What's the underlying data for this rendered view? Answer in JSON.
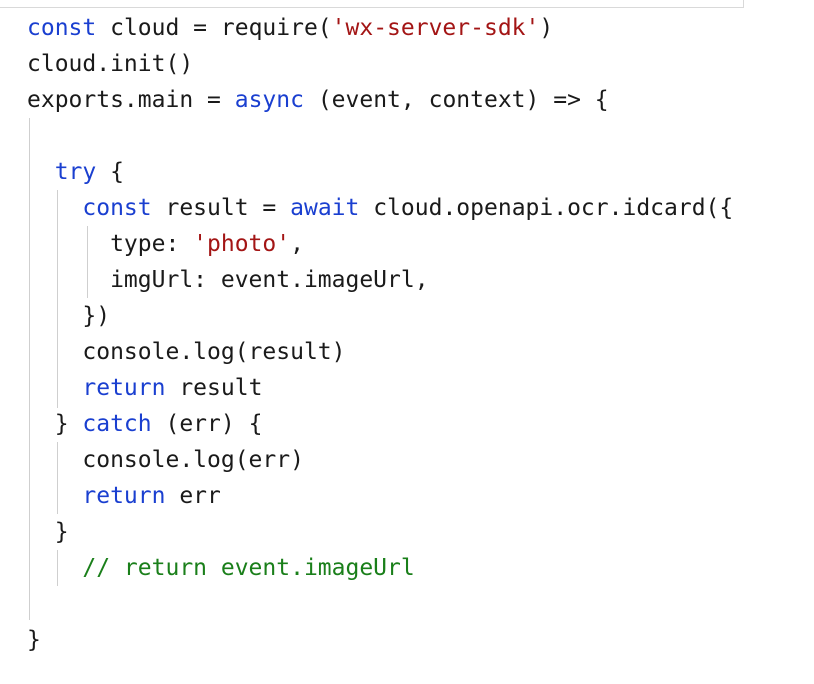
{
  "editor": {
    "lines": [
      {
        "tokens": [
          {
            "t": "kw",
            "v": "const"
          },
          {
            "t": "plain",
            "v": " cloud = require("
          },
          {
            "t": "str",
            "v": "'wx-server-sdk'"
          },
          {
            "t": "plain",
            "v": ")"
          }
        ]
      },
      {
        "tokens": [
          {
            "t": "plain",
            "v": "cloud.init()"
          }
        ]
      },
      {
        "tokens": [
          {
            "t": "plain",
            "v": "exports.main = "
          },
          {
            "t": "kw",
            "v": "async"
          },
          {
            "t": "plain",
            "v": " (event, context) => {"
          }
        ]
      },
      {
        "tokens": []
      },
      {
        "tokens": [
          {
            "t": "plain",
            "v": "  "
          },
          {
            "t": "kw",
            "v": "try"
          },
          {
            "t": "plain",
            "v": " {"
          }
        ]
      },
      {
        "tokens": [
          {
            "t": "plain",
            "v": "    "
          },
          {
            "t": "kw",
            "v": "const"
          },
          {
            "t": "plain",
            "v": " result = "
          },
          {
            "t": "kw",
            "v": "await"
          },
          {
            "t": "plain",
            "v": " cloud.openapi.ocr.idcard({"
          }
        ]
      },
      {
        "tokens": [
          {
            "t": "plain",
            "v": "      type: "
          },
          {
            "t": "str",
            "v": "'photo'"
          },
          {
            "t": "plain",
            "v": ","
          }
        ]
      },
      {
        "tokens": [
          {
            "t": "plain",
            "v": "      imgUrl: event.imageUrl,"
          }
        ]
      },
      {
        "tokens": [
          {
            "t": "plain",
            "v": "    })"
          }
        ]
      },
      {
        "tokens": [
          {
            "t": "plain",
            "v": "    console.log(result)"
          }
        ]
      },
      {
        "tokens": [
          {
            "t": "plain",
            "v": "    "
          },
          {
            "t": "kw",
            "v": "return"
          },
          {
            "t": "plain",
            "v": " result"
          }
        ]
      },
      {
        "tokens": [
          {
            "t": "plain",
            "v": "  } "
          },
          {
            "t": "kw",
            "v": "catch"
          },
          {
            "t": "plain",
            "v": " (err) {"
          }
        ]
      },
      {
        "tokens": [
          {
            "t": "plain",
            "v": "    console.log(err)"
          }
        ]
      },
      {
        "tokens": [
          {
            "t": "plain",
            "v": "    "
          },
          {
            "t": "kw",
            "v": "return"
          },
          {
            "t": "plain",
            "v": " err"
          }
        ]
      },
      {
        "tokens": [
          {
            "t": "plain",
            "v": "  }"
          }
        ]
      },
      {
        "tokens": [
          {
            "t": "plain",
            "v": "    "
          },
          {
            "t": "cmt",
            "v": "// return event.imageUrl"
          }
        ]
      },
      {
        "tokens": []
      },
      {
        "tokens": [
          {
            "t": "plain",
            "v": "}"
          }
        ]
      }
    ]
  },
  "colors": {
    "keyword": "#1a3fd0",
    "string": "#a31515",
    "comment": "#1a7f1a",
    "text": "#1a1a1a"
  }
}
